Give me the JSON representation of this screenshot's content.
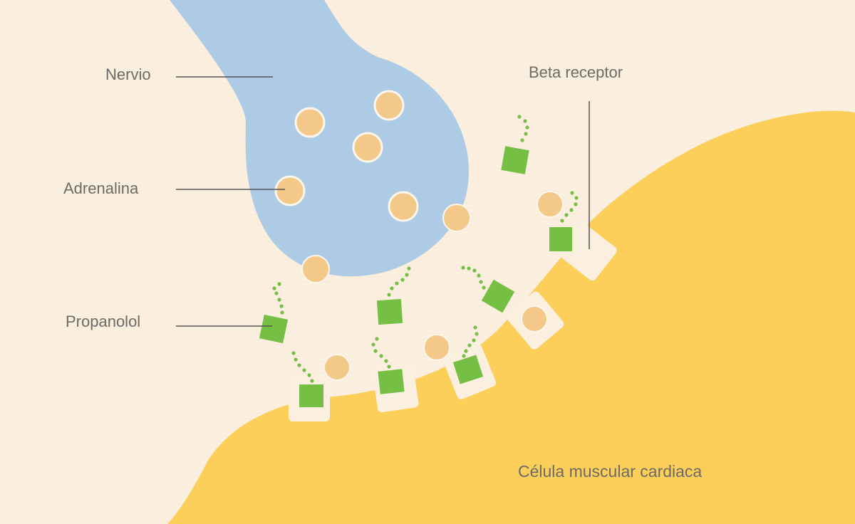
{
  "labels": {
    "nervio": "Nervio",
    "adrenalina": "Adrenalina",
    "propanolol": "Propanolol",
    "beta_receptor": "Beta receptor",
    "celula": "Célula muscular cardiaca"
  },
  "colors": {
    "background": "#fbefdf",
    "nerve": "#aecbe6",
    "muscle_cell": "#fccf5a",
    "receptor_pocket": "#fbefdf",
    "adrenaline": "#f3c889",
    "adrenaline_outline": "#fdf6ec",
    "propranolol": "#75bf45",
    "leader_line": "#555555"
  }
}
